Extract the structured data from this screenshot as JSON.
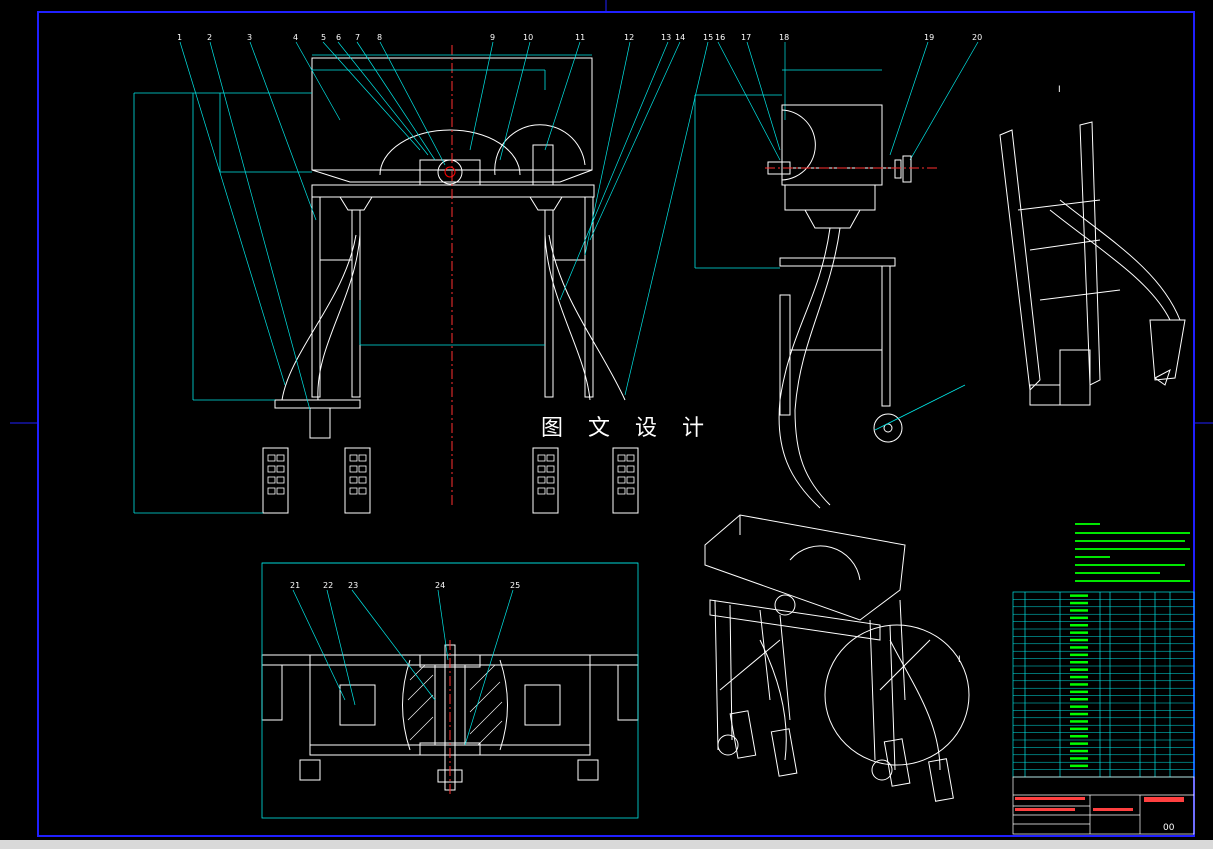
{
  "drawing": {
    "watermark": "图 文 设 计",
    "callouts_front": [
      "1",
      "2",
      "3",
      "4",
      "5",
      "6",
      "7",
      "8",
      "9",
      "10",
      "11",
      "12",
      "13",
      "14",
      "15",
      "16",
      "17",
      "18",
      "19",
      "20"
    ],
    "callouts_top": [
      "21",
      "22",
      "23",
      "24",
      "25"
    ],
    "detail_label": "I",
    "title_block": {
      "drawing_number": "00"
    },
    "colors": {
      "line": "#ffffff",
      "leader": "#00ffff",
      "center": "#ff0000",
      "text": "#00ff00",
      "border": "#0000ff"
    }
  }
}
